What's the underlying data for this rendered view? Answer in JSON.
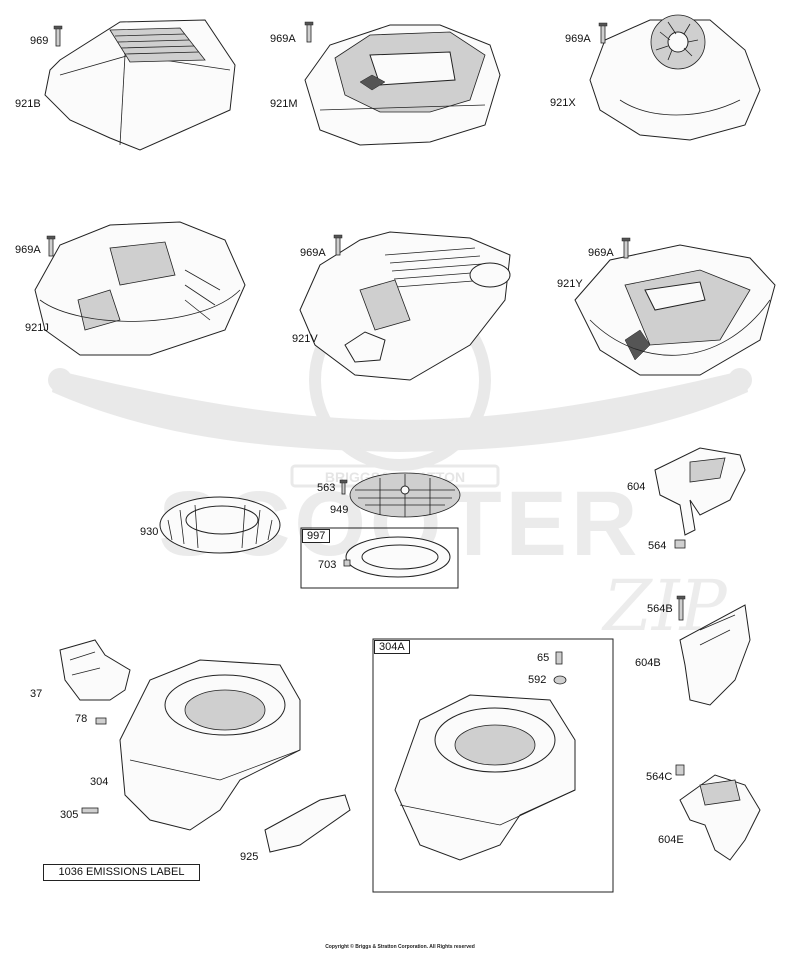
{
  "watermark": {
    "brand_top": "BRIGGS&STRATTON",
    "brand_main": "SCOOTER",
    "brand_script": "ZIP"
  },
  "labels": {
    "p969": "969",
    "p921B": "921B",
    "p969A_1": "969A",
    "p921M": "921M",
    "p969A_2": "969A",
    "p921X": "921X",
    "p969A_3": "969A",
    "p921J": "921J",
    "p969A_4": "969A",
    "p921V": "921V",
    "p969A_5": "969A",
    "p921Y": "921Y",
    "p563": "563",
    "p949": "949",
    "p930": "930",
    "p997": "997",
    "p703": "703",
    "p604": "604",
    "p564": "564",
    "p564B": "564B",
    "p604B": "604B",
    "p37": "37",
    "p78": "78",
    "p304": "304",
    "p305": "305",
    "p925": "925",
    "p304A": "304A",
    "p65": "65",
    "p592": "592",
    "p564C": "564C",
    "p604E": "604E"
  },
  "emissions_label": "1036 EMISSIONS LABEL",
  "copyright": "Copyright © Briggs & Stratton Corporation. All Rights reserved"
}
